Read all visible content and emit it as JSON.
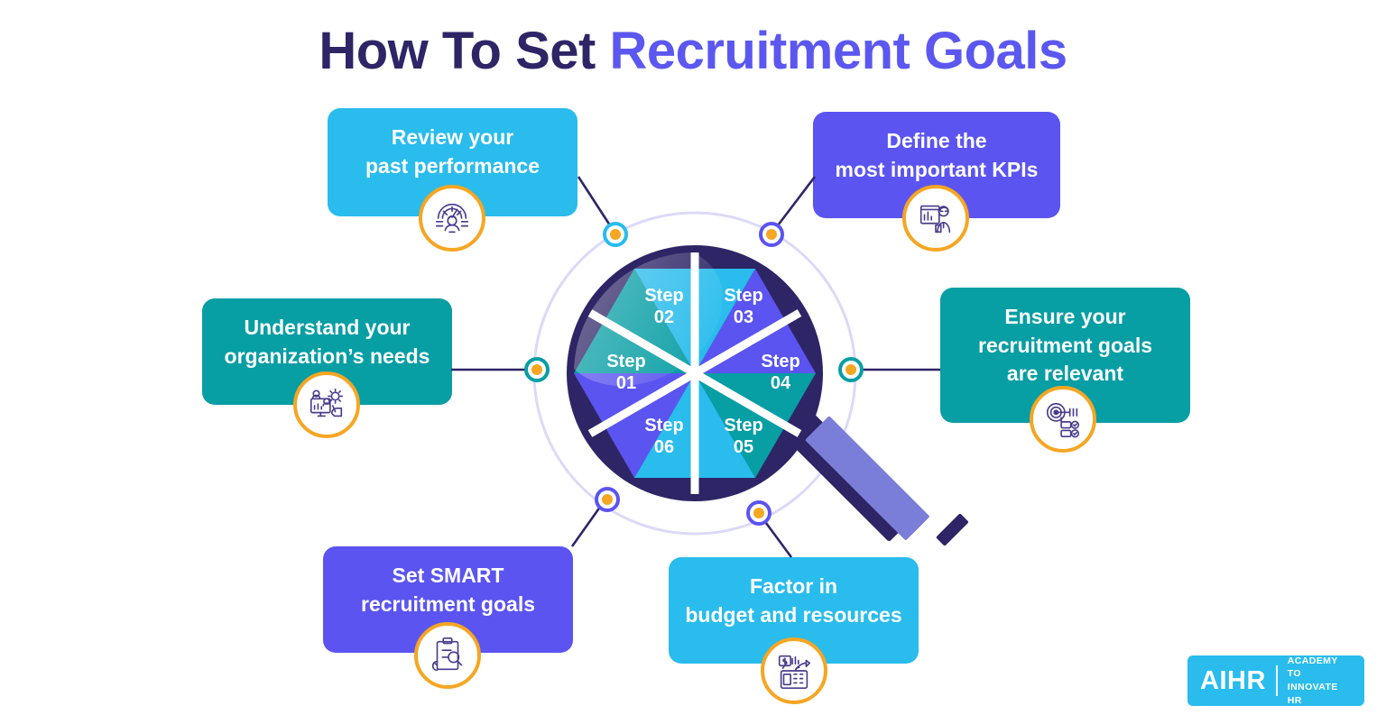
{
  "title": {
    "part1": "How To Set ",
    "part2": "Recruitment Goals",
    "color1": "#2e2566",
    "color2": "#5b57f0"
  },
  "wheel": {
    "segments": [
      {
        "label": "Step",
        "number": "01",
        "color": "#079EA4"
      },
      {
        "label": "Step",
        "number": "02",
        "color": "#29BCEC"
      },
      {
        "label": "Step",
        "number": "03",
        "color": "#5B54F0"
      },
      {
        "label": "Step",
        "number": "04",
        "color": "#079EA4"
      },
      {
        "label": "Step",
        "number": "05",
        "color": "#29BCEC"
      },
      {
        "label": "Step",
        "number": "06",
        "color": "#5B54F0"
      }
    ],
    "rim_color": "#2E2566",
    "halo_color": "#D7D4F7",
    "handle_color": "#7A7ED8",
    "handle_cap_color": "#2E2566"
  },
  "cards": [
    {
      "id": "review-past-performance",
      "text": "Review your\npast performance",
      "color": "#29BCEC",
      "theme": "cyan",
      "icon": "performance-gauge-person-icon",
      "dot_ring": "#29BCEC"
    },
    {
      "id": "define-kpis",
      "text": "Define the\nmost important KPIs",
      "color": "#5B54F0",
      "theme": "purple",
      "icon": "presenter-chart-person-icon",
      "dot_ring": "#5B54F0"
    },
    {
      "id": "understand-organization-needs",
      "text": "Understand your\norganization’s needs",
      "color": "#079EA4",
      "theme": "teal",
      "icon": "monitor-gear-hand-icon",
      "dot_ring": "#079EA4"
    },
    {
      "id": "ensure-goals-relevant",
      "text": "Ensure your\nrecruitment goals\nare relevant",
      "color": "#079EA4",
      "theme": "teal",
      "icon": "target-dart-checklist-icon",
      "dot_ring": "#079EA4"
    },
    {
      "id": "set-smart-goals",
      "text": "Set SMART\nrecruitment goals",
      "color": "#5B54F0",
      "theme": "purple",
      "icon": "clipboard-magnifier-icon",
      "dot_ring": "#5B54F0"
    },
    {
      "id": "factor-budget-resources",
      "text": "Factor in\nbudget and resources",
      "color": "#29BCEC",
      "theme": "cyan",
      "icon": "calculator-money-hand-icon",
      "dot_ring": "#5B54F0"
    }
  ],
  "logo": {
    "mark": "AIHR",
    "line1": "ACADEMY TO",
    "line2": "INNOVATE HR",
    "background": "#29BCEC"
  },
  "accents": {
    "orange": "#F5A623",
    "navy": "#2E2566",
    "line": "#2E2566"
  }
}
